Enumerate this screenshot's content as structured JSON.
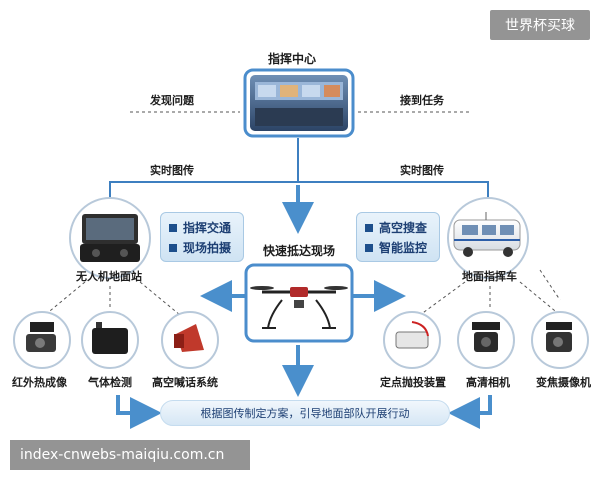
{
  "watermark_top": "世界杯买球",
  "watermark_bottom": "index-cnwebs-maiqiu.com.cn",
  "nodes": {
    "command_center": "指挥中心",
    "discover_problem": "发现问题",
    "receive_task": "接到任务",
    "realtime_left": "实时图传",
    "realtime_right": "实时图传",
    "rapid_arrival": "快速抵达现场",
    "ground_station": "无人机地面站",
    "command_vehicle": "地面指挥车",
    "thermal_imager": "红外热成像",
    "gas_detection": "气体检测",
    "loudspeaker": "高空喊话系统",
    "drop_device": "定点抛投装置",
    "hd_camera": "高清相机",
    "zoom_camera": "变焦摄像机"
  },
  "left_tasks": [
    "指挥交通",
    "现场拍摄"
  ],
  "right_tasks": [
    "高空搜查",
    "智能监控"
  ],
  "footer": "根据图传制定方案，引导地面部队开展行动",
  "colors": {
    "arrow_blue": "#4a8fcc",
    "line_blue": "#3d7fc0",
    "dashed": "#555555",
    "task_text": "#1d3f73"
  }
}
